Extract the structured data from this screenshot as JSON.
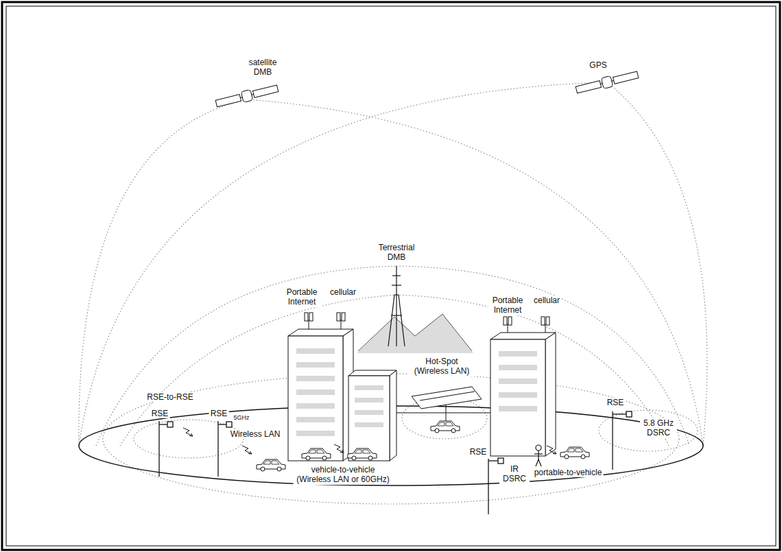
{
  "diagram": {
    "labels": [
      "satellite DMB",
      "GPS",
      "Terrestrial DMB",
      "Portable Internet",
      "cellular",
      "Portable Internet",
      "cellular",
      "Hot-Spot (Wireless LAN)",
      "RSE-to-RSE",
      "RSE",
      "RSE",
      "5GHz",
      "Wireless LAN",
      "vehicle-to-vehicle (Wireless LAN or 60GHz)",
      "RSE",
      "IR DSRC",
      "RSE",
      "5.8 GHz DSRC",
      "portable-to-vehicle"
    ]
  }
}
